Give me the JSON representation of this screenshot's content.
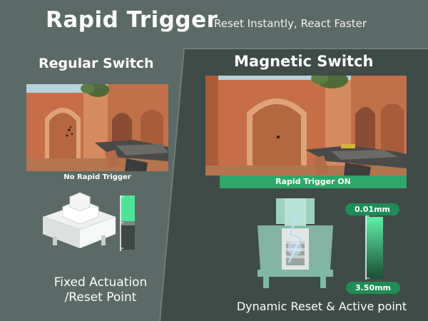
{
  "header": {
    "title": "Rapid Trigger",
    "subtitle": "Reset Instantly, React Faster"
  },
  "regular": {
    "title": "Regular Switch",
    "caption": "No Rapid Trigger",
    "description_line1": "Fixed Actuation",
    "description_line2": "/Reset Point"
  },
  "magnetic": {
    "title": "Magnetic Switch",
    "caption": "Rapid Trigger ON",
    "top_value": "0.01mm",
    "bottom_value": "3.50mm",
    "description": "Dynamic Reset & Active point"
  },
  "colors": {
    "background": "#5b6a66",
    "panel": "#3f4b47",
    "accent_green": "#2fa76a",
    "pill_green": "#1f8c56",
    "meter_green": "#4fe39a"
  }
}
